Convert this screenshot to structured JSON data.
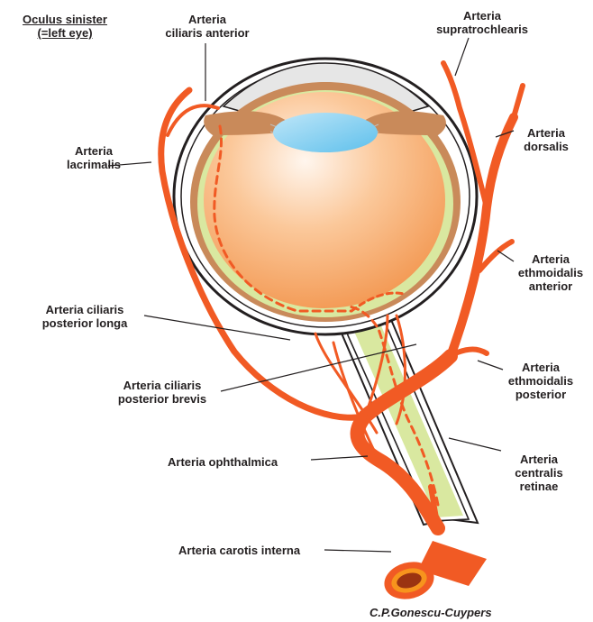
{
  "title": {
    "line1": "Oculus sinister",
    "line2": "(=left eye)"
  },
  "labels": {
    "ciliaris_anterior": {
      "line1": "Arteria",
      "line2": "ciliaris anterior"
    },
    "supratrochlearis": {
      "line1": "Arteria",
      "line2": "supratrochlearis"
    },
    "dorsalis": {
      "line1": "Arteria",
      "line2": "dorsalis"
    },
    "lacrimalis": {
      "line1": "Arteria",
      "line2": "lacrimalis"
    },
    "ethmoidalis_anterior": {
      "line1": "Arteria",
      "line2": "ethmoidalis",
      "line3": "anterior"
    },
    "ciliaris_posterior_longa": {
      "line1": "Arteria ciliaris",
      "line2": "posterior longa"
    },
    "ciliaris_posterior_brevis": {
      "line1": "Arteria ciliaris",
      "line2": "posterior brevis"
    },
    "ethmoidalis_posterior": {
      "line1": "Arteria",
      "line2": "ethmoidalis",
      "line3": "posterior"
    },
    "ophthalmica": {
      "line1": "Arteria ophthalmica"
    },
    "centralis_retinae": {
      "line1": "Arteria",
      "line2": "centralis",
      "line3": "retinae"
    },
    "carotis_interna": {
      "line1": "Arteria carotis interna"
    }
  },
  "credit": "C.P.Gonescu-Cuypers",
  "colors": {
    "artery": "#f15a24",
    "artery_dark": "#c1401a",
    "choroid": "#c98a5a",
    "vitreous": "#f7a666",
    "retina": "#d9e8a0",
    "lens": "#7fcdf0",
    "cornea": "#e6e6e6",
    "sclera": "#ffffff",
    "outline": "#231f20",
    "carotis_lumen": "#9b3311",
    "carotis_ring": "#f7941d"
  }
}
